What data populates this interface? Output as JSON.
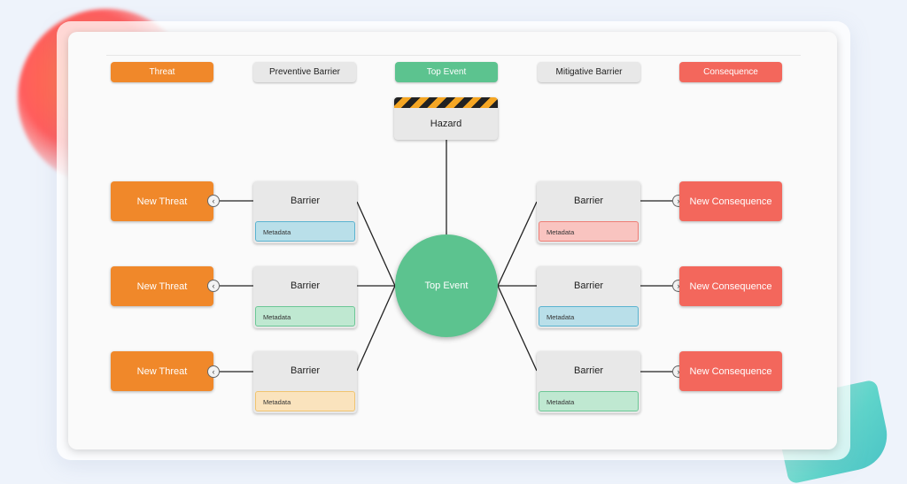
{
  "legend": [
    {
      "label": "Threat",
      "color": "#f0882a",
      "text_color": "#ffffff"
    },
    {
      "label": "Preventive Barrier",
      "color": "#e8e8e8",
      "text_color": "#222222"
    },
    {
      "label": "Top Event",
      "color": "#5cc38f",
      "text_color": "#ffffff"
    },
    {
      "label": "Mitigative Barrier",
      "color": "#e8e8e8",
      "text_color": "#222222"
    },
    {
      "label": "Consequence",
      "color": "#f3675c",
      "text_color": "#ffffff"
    }
  ],
  "hazard": {
    "label": "Hazard"
  },
  "top_event": {
    "label": "Top Event"
  },
  "threats": [
    {
      "label": "New Threat"
    },
    {
      "label": "New Threat"
    },
    {
      "label": "New Threat"
    }
  ],
  "preventive_barriers": [
    {
      "label": "Barrier",
      "meta": "Metadata",
      "meta_color": "#b9dfe9",
      "meta_border": "#5bb3d0"
    },
    {
      "label": "Barrier",
      "meta": "Metadata",
      "meta_color": "#bfe8d1",
      "meta_border": "#6cc796"
    },
    {
      "label": "Barrier",
      "meta": "Metadata",
      "meta_color": "#fae3bd",
      "meta_border": "#f0c470"
    }
  ],
  "mitigative_barriers": [
    {
      "label": "Barrier",
      "meta": "Metadata",
      "meta_color": "#f9c4c0",
      "meta_border": "#ee7d75"
    },
    {
      "label": "Barrier",
      "meta": "Metadata",
      "meta_color": "#b9dfe9",
      "meta_border": "#5bb3d0"
    },
    {
      "label": "Barrier",
      "meta": "Metadata",
      "meta_color": "#bfe8d1",
      "meta_border": "#6cc796"
    }
  ],
  "consequences": [
    {
      "label": "New Consequence"
    },
    {
      "label": "New Consequence"
    },
    {
      "label": "New Consequence"
    }
  ],
  "icons": {
    "collapse_left": "‹",
    "expand_right": "›"
  }
}
